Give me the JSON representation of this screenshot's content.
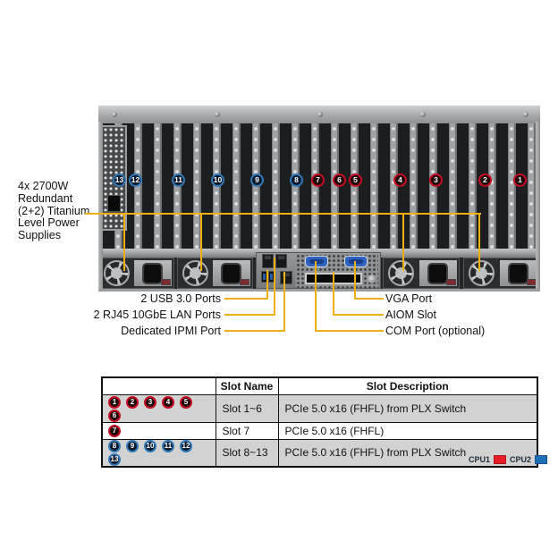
{
  "figure": {
    "psu_label": "4x 2700W\nRedundant\n(2+2) Titanium\nLevel Power\nSupplies",
    "port_labels_left": [
      "2 USB 3.0 Ports",
      "2 RJ45 10GbE LAN Ports",
      "Dedicated IPMI Port"
    ],
    "port_labels_right": [
      "VGA Port",
      "AIOM Slot",
      "COM Port (optional)"
    ]
  },
  "chassis": {
    "slots": [
      {
        "num": 13,
        "cpu": 2
      },
      {
        "num": 12,
        "cpu": 2
      },
      {
        "num": 11,
        "cpu": 2
      },
      {
        "num": 10,
        "cpu": 2
      },
      {
        "num": 9,
        "cpu": 2
      },
      {
        "num": 8,
        "cpu": 2
      },
      {
        "num": 7,
        "cpu": 1
      },
      {
        "num": 6,
        "cpu": 1
      },
      {
        "num": 5,
        "cpu": 1
      },
      {
        "num": 4,
        "cpu": 1
      },
      {
        "num": 3,
        "cpu": 1
      },
      {
        "num": 2,
        "cpu": 1
      },
      {
        "num": 1,
        "cpu": 1
      }
    ]
  },
  "table": {
    "headers": [
      "",
      "Slot Name",
      "Slot Description"
    ],
    "rows": [
      {
        "badges": [
          1,
          2,
          3,
          4,
          5,
          6
        ],
        "cpu_color": "red",
        "slot_name": "Slot 1~6",
        "description": "PCIe 5.0 x16 (FHFL) from PLX Switch"
      },
      {
        "badges": [
          7
        ],
        "cpu_color": "red",
        "slot_name": "Slot 7",
        "description": "PCIe 5.0 x16 (FHFL)"
      },
      {
        "badges": [
          8,
          9,
          10,
          11,
          12,
          13
        ],
        "cpu_color": "blue",
        "slot_name": "Slot 8~13",
        "description": "PCIe 5.0 x16 (FHFL) from PLX Switch"
      }
    ]
  },
  "legend": {
    "cpu1": "CPU1",
    "cpu2": "CPU2",
    "cpu1_color": "#e81c24",
    "cpu2_color": "#1d70b8"
  },
  "colors": {
    "callout_line": "#eeb012",
    "cpu1_ring": "#c60c22",
    "cpu2_ring": "#3079b8"
  }
}
